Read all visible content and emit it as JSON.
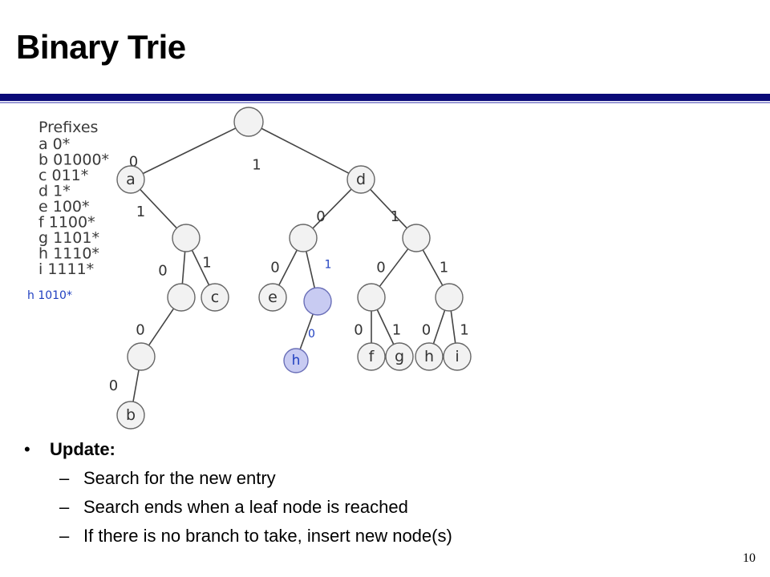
{
  "slide": {
    "title": "Binary Trie",
    "page_number": "10"
  },
  "prefix_table": {
    "heading": "Prefixes",
    "rows": [
      "a 0*",
      "b 01000*",
      "c 011*",
      "d 1*",
      "e 100*",
      "f 1100*",
      "g 1101*",
      "h 1110*",
      "i 1111*"
    ],
    "new_entry": "h 1010*"
  },
  "trie": {
    "nodes": [
      {
        "id": "root",
        "label": ""
      },
      {
        "id": "a",
        "label": "a"
      },
      {
        "id": "d",
        "label": "d"
      },
      {
        "id": "n01",
        "label": ""
      },
      {
        "id": "n010",
        "label": ""
      },
      {
        "id": "c",
        "label": "c"
      },
      {
        "id": "n0100",
        "label": ""
      },
      {
        "id": "b",
        "label": "b"
      },
      {
        "id": "n10",
        "label": ""
      },
      {
        "id": "n11",
        "label": ""
      },
      {
        "id": "e",
        "label": "e"
      },
      {
        "id": "n101",
        "label": "",
        "new": true
      },
      {
        "id": "h_new",
        "label": "h",
        "new": true
      },
      {
        "id": "n110",
        "label": ""
      },
      {
        "id": "n111",
        "label": ""
      },
      {
        "id": "f",
        "label": "f"
      },
      {
        "id": "g",
        "label": "g"
      },
      {
        "id": "h",
        "label": "h"
      },
      {
        "id": "i",
        "label": "i"
      }
    ],
    "edges": [
      {
        "from": "root",
        "to": "a",
        "bit": "0"
      },
      {
        "from": "root",
        "to": "d",
        "bit": "1"
      },
      {
        "from": "a",
        "to": "n01",
        "bit": "1"
      },
      {
        "from": "n01",
        "to": "n010",
        "bit": "0"
      },
      {
        "from": "n01",
        "to": "c",
        "bit": "1"
      },
      {
        "from": "n010",
        "to": "n0100",
        "bit": "0"
      },
      {
        "from": "n0100",
        "to": "b",
        "bit": "0"
      },
      {
        "from": "d",
        "to": "n10",
        "bit": "0"
      },
      {
        "from": "d",
        "to": "n11",
        "bit": "1"
      },
      {
        "from": "n10",
        "to": "e",
        "bit": "0"
      },
      {
        "from": "n10",
        "to": "n101",
        "bit": "1",
        "new": true
      },
      {
        "from": "n101",
        "to": "h_new",
        "bit": "0",
        "new": true
      },
      {
        "from": "n11",
        "to": "n110",
        "bit": "0"
      },
      {
        "from": "n11",
        "to": "n111",
        "bit": "1"
      },
      {
        "from": "n110",
        "to": "f",
        "bit": "0"
      },
      {
        "from": "n110",
        "to": "g",
        "bit": "1"
      },
      {
        "from": "n111",
        "to": "h",
        "bit": "0"
      },
      {
        "from": "n111",
        "to": "i",
        "bit": "1"
      }
    ]
  },
  "bullets": {
    "heading": "Update:",
    "items": [
      "Search for the new entry",
      "Search ends when a leaf node is reached",
      "If there is no branch to take, insert new node(s)"
    ]
  }
}
